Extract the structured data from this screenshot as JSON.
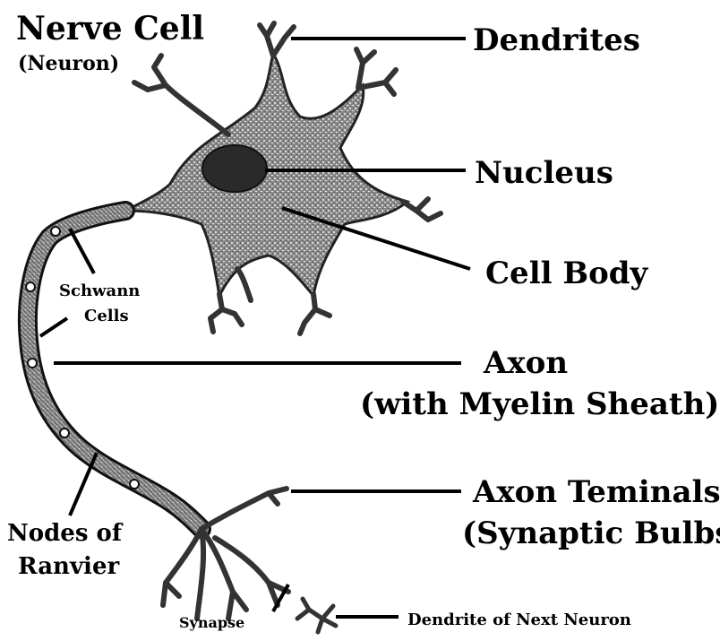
{
  "diagram": {
    "title": "Nerve Cell",
    "subtitle": "(Neuron)",
    "labels": {
      "dendrites": "Dendrites",
      "nucleus": "Nucleus",
      "cell_body": "Cell Body",
      "axon": "Axon",
      "axon_sub": "(with Myelin Sheath)",
      "axon_terminals": "Axon Teminals",
      "axon_terminals_sub": "(Synaptic Bulbs)",
      "schwann_1": "Schwann",
      "schwann_2": "Cells",
      "nodes_1": "Nodes of",
      "nodes_2": "Ranvier",
      "synapse": "Synapse",
      "next_neuron": "Dendrite of Next Neuron"
    }
  }
}
